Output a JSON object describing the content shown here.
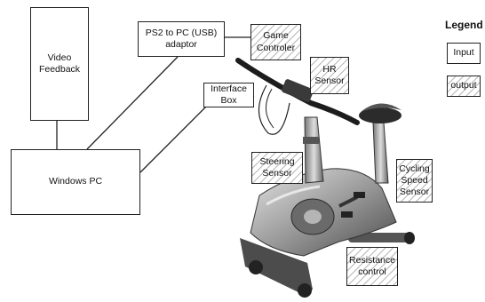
{
  "components": {
    "video_feedback": "Video\nFeedback",
    "windows_pc": "Windows PC",
    "ps2_adaptor": "PS2 to PC (USB)\nadaptor",
    "interface_box": "Interface\nBox"
  },
  "sensors": {
    "game_controller": "Game\nControler",
    "hr_sensor": "HR\nSensor",
    "steering_sensor": "Steering\nSensor",
    "cycling_speed_sensor": "Cycling\nSpeed\nSensor",
    "resistance_control": "Resistance\ncontrol"
  },
  "legend": {
    "title": "Legend",
    "input_label": "Input",
    "output_label": "output"
  }
}
